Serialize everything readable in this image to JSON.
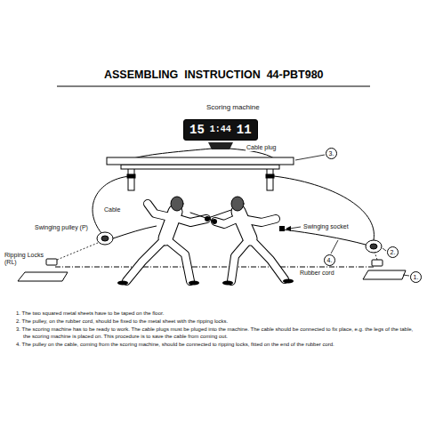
{
  "diagram": {
    "title": "ASSEMBLING  INSTRUCTION  44-PBT980",
    "nodes": [
      {
        "text": [
          "15",
          "1:44",
          "11"
        ]
      },
      {
        "text": [
          "3."
        ]
      },
      {
        "text": [
          "2."
        ]
      },
      {
        "text": [
          "4."
        ]
      },
      {
        "text": [
          "1."
        ]
      }
    ],
    "labels": [
      "Scoring machine",
      "Cable plug",
      "Cable",
      "Swinging pulley (P)",
      "Ripping Locks (RL)",
      "Swinging socket",
      "Rubber cord",
      "1. The two squared metal sheets have to be taped on the floor.",
      "2. The pulley, on the rubber cord, should be fixed to the metal sheet with the ripping locks.",
      "3. The scoring machine has to be ready to work. The cable plugs must be pluged into the machine. The cable should be connected to fix place, e.g. the legs of the table, the scoring machine is placed on. This procedure is to save the cable from coming out.",
      "4. The pulley on the cable, coming from the scoring machine, should be connected to ripping locks, fitted on the end of the rubber cord."
    ]
  }
}
